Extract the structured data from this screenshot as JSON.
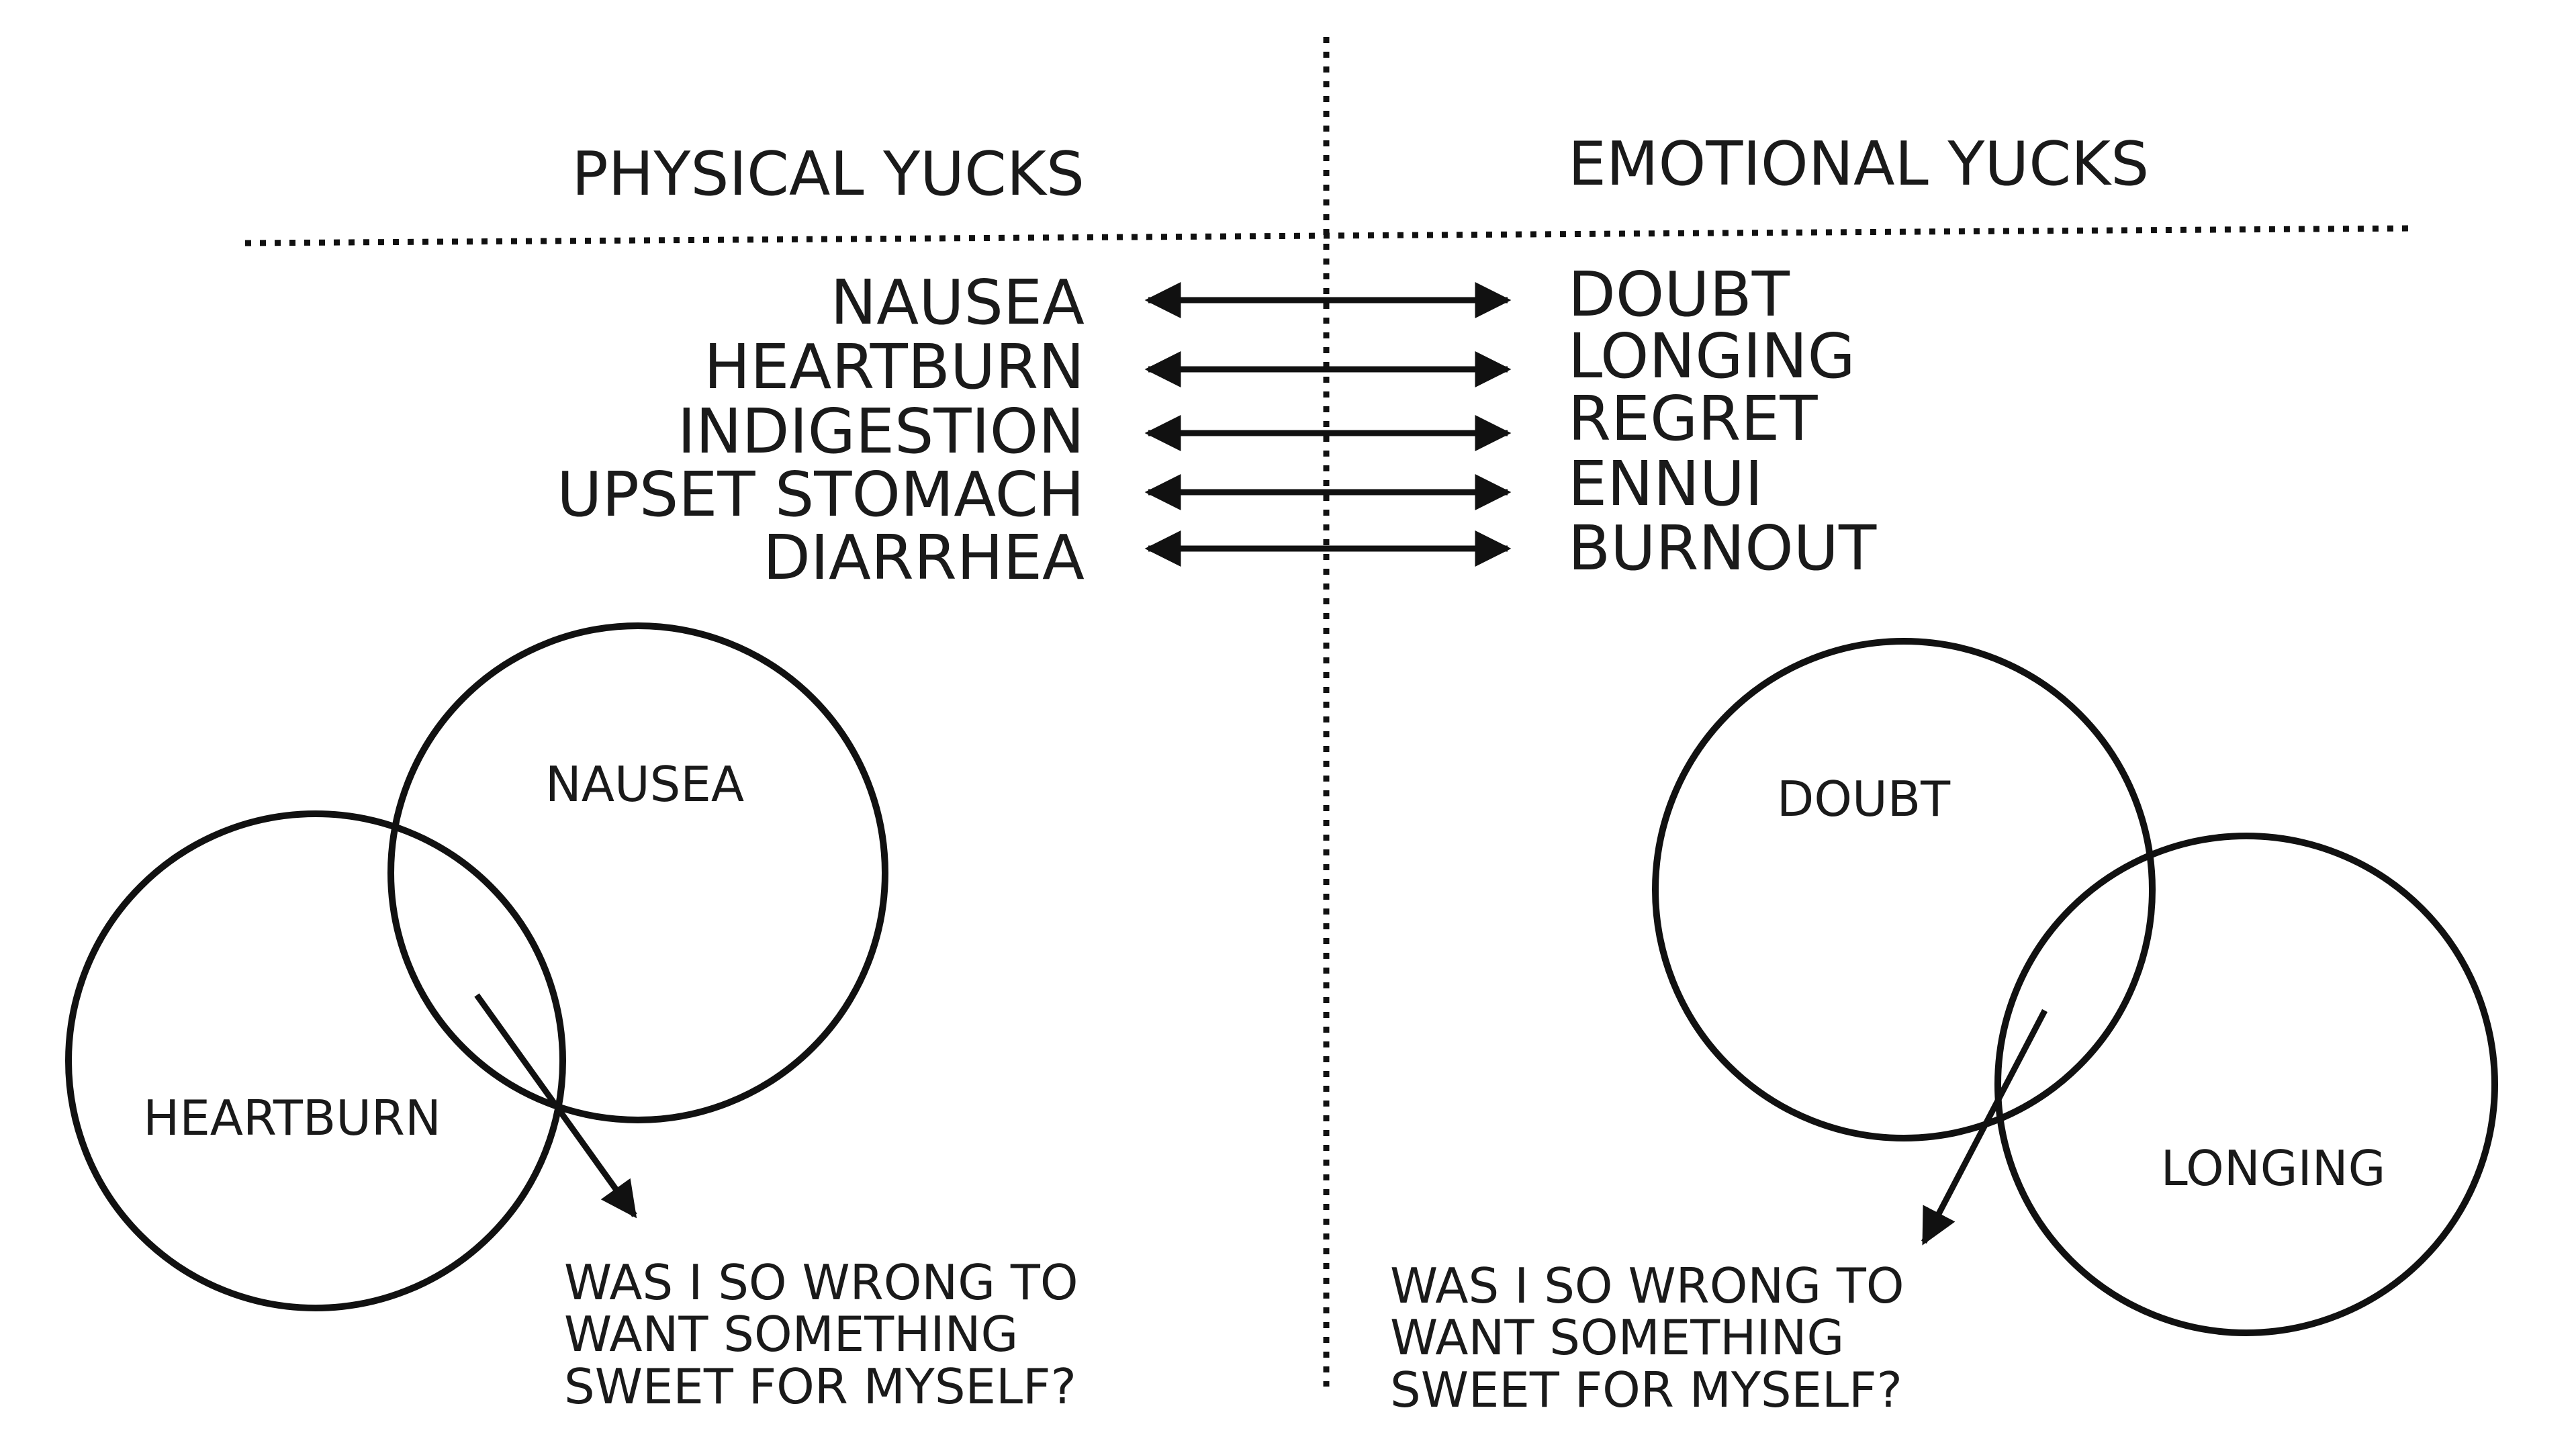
{
  "headings": {
    "left": "PHYSICAL YUCKS",
    "right": "EMOTIONAL YUCKS"
  },
  "pairs": [
    {
      "physical": "NAUSEA",
      "emotional": "DOUBT"
    },
    {
      "physical": "HEARTBURN",
      "emotional": "LONGING"
    },
    {
      "physical": "INDIGESTION",
      "emotional": "REGRET"
    },
    {
      "physical": "UPSET STOMACH",
      "emotional": "ENNUI"
    },
    {
      "physical": "DIARRHEA",
      "emotional": "BURNOUT"
    }
  ],
  "venn_left": {
    "circle_a": "NAUSEA",
    "circle_b": "HEARTBURN",
    "caption": [
      "WAS I SO WRONG TO",
      "WANT SOMETHING",
      "SWEET FOR MYSELF?"
    ]
  },
  "venn_right": {
    "circle_a": "DOUBT",
    "circle_b": "LONGING",
    "caption": [
      "WAS I SO WRONG TO",
      "WANT SOMETHING",
      "SWEET FOR MYSELF?"
    ]
  },
  "colors": {
    "ink": "#111111",
    "background": "#ffffff"
  }
}
